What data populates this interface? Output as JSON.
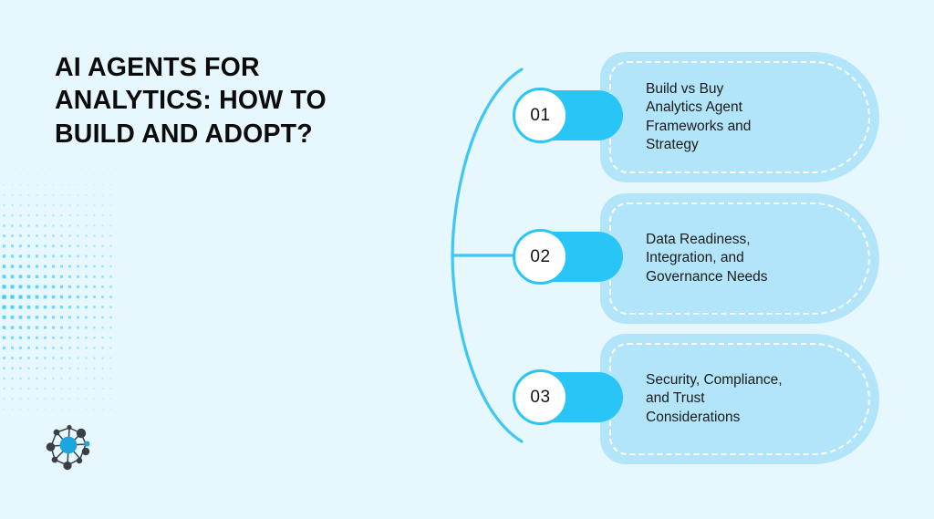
{
  "theme": {
    "background": "#e6f7fd",
    "card_fill": "#b3e5fa",
    "accent": "#29c5f6",
    "dash_color": "#ffffff",
    "title_color": "#0b0b0b",
    "body_text_color": "#1a1a1a",
    "logo_dark": "#3a3f45",
    "logo_accent": "#1ba7dd"
  },
  "header": {
    "title": "AI AGENTS FOR\nANALYTICS: HOW TO\nBUILD AND ADOPT?"
  },
  "logo": {
    "name": "network-nodes-logo",
    "accent_color": "#1ba7dd",
    "node_color": "#3a3f45"
  },
  "decoration": {
    "dot_field": {
      "name": "halftone-dot-pattern",
      "columns": 14,
      "rows": 24,
      "color": "#29c5f6"
    },
    "connector": {
      "name": "bracket-connector",
      "color": "#3ec6f5"
    }
  },
  "steps": [
    {
      "number": "01",
      "text": "Build vs Buy\nAnalytics Agent\nFrameworks and\nStrategy"
    },
    {
      "number": "02",
      "text": "Data Readiness,\nIntegration, and\nGovernance Needs"
    },
    {
      "number": "03",
      "text": "Security, Compliance,\nand Trust\nConsiderations"
    }
  ]
}
